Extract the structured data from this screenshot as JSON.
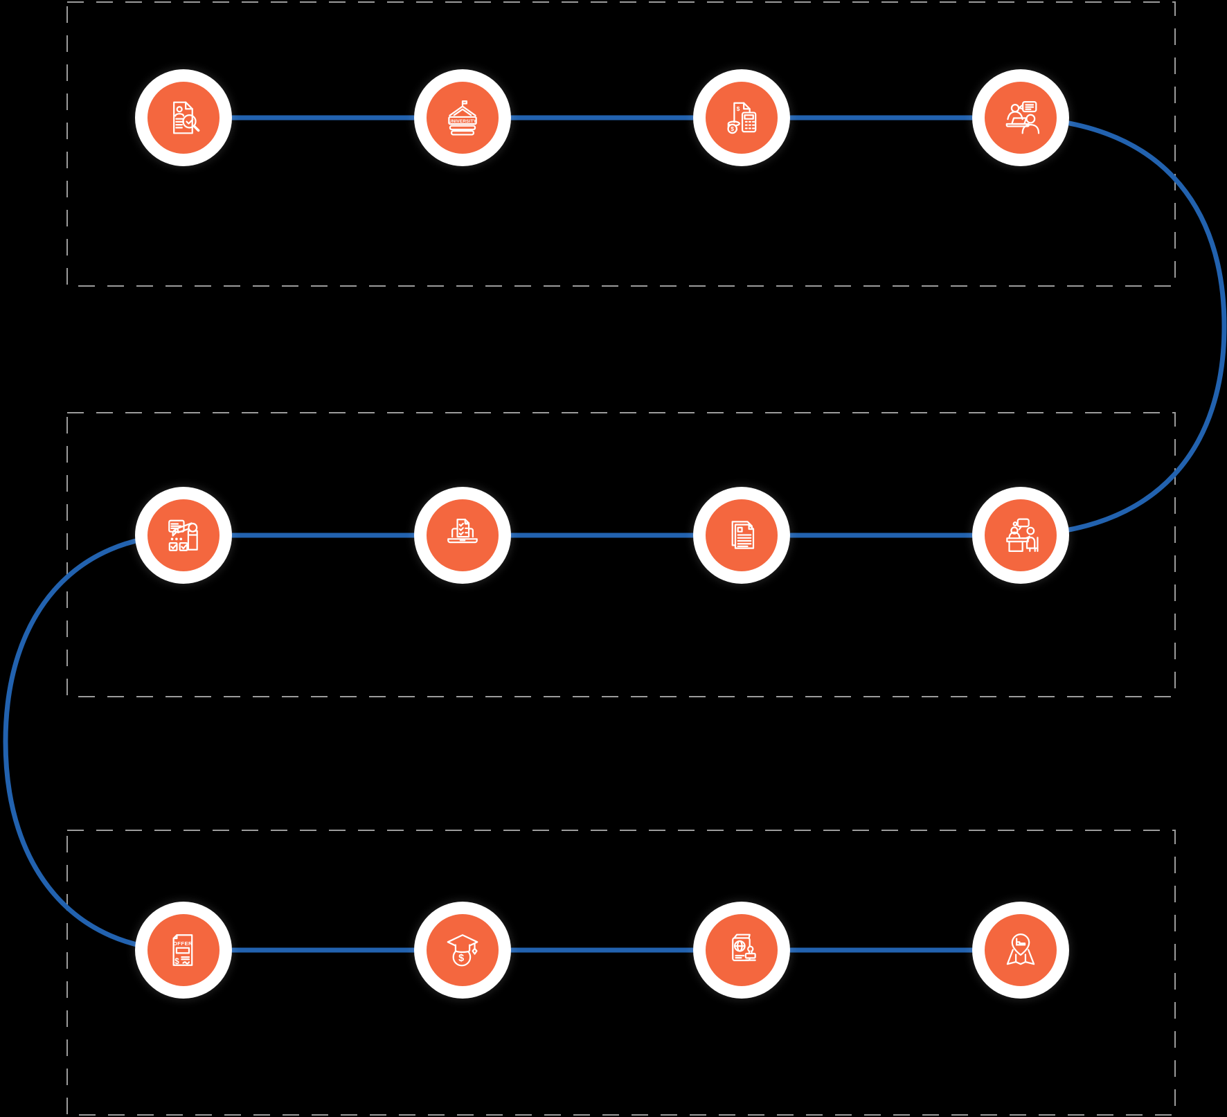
{
  "colors": {
    "background": "#000000",
    "step_circle_orange": "#F4673F",
    "step_ring_white": "#FFFFFF",
    "connector_blue": "#2262AF",
    "phase_border_gray": "#9C9C9C"
  },
  "phases": [
    {
      "name": "phase-1",
      "steps": [
        {
          "icon": "profile-document-search-icon"
        },
        {
          "icon": "university-building-icon",
          "label": "UNIVERSITY"
        },
        {
          "icon": "money-calculator-coins-icon",
          "currency_symbol": "$"
        },
        {
          "icon": "counsellor-laptop-chat-icon"
        }
      ]
    },
    {
      "name": "phase-2",
      "steps": [
        {
          "icon": "exam-writing-checkboxes-icon"
        },
        {
          "icon": "laptop-checklist-document-icon"
        },
        {
          "icon": "application-documents-icon"
        },
        {
          "icon": "interview-desk-people-icon"
        }
      ]
    },
    {
      "name": "phase-3",
      "steps": [
        {
          "icon": "offer-letter-icon",
          "label": "OFFER",
          "currency_symbol": "$"
        },
        {
          "icon": "graduation-cap-money-bag-icon",
          "currency_symbol": "$"
        },
        {
          "icon": "passport-visa-stamp-icon"
        },
        {
          "icon": "map-pin-accommodation-icon"
        }
      ]
    }
  ]
}
